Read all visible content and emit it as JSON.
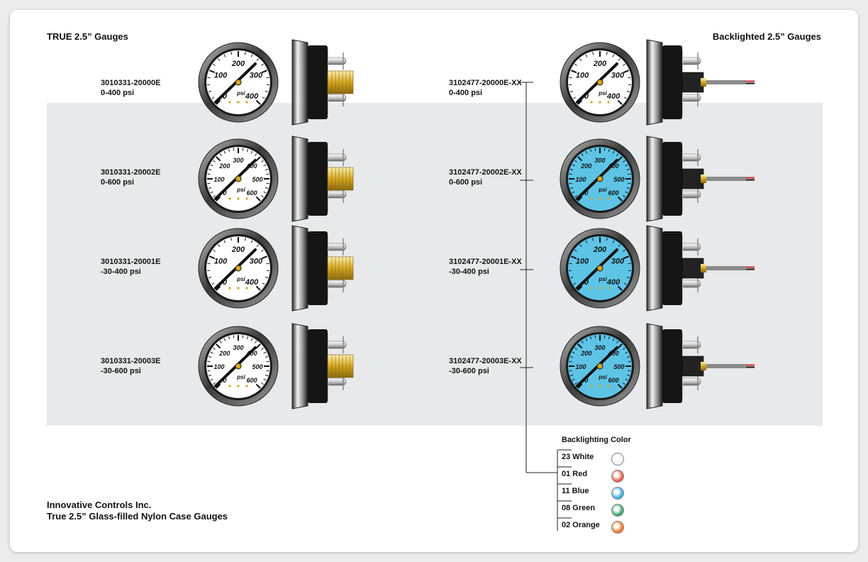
{
  "headers": {
    "left": "TRUE 2.5” Gauges",
    "right": "Backlighted 2.5” Gauges"
  },
  "left_gauges": [
    {
      "part": "3010331-20000E",
      "range": "0-400 psi",
      "ticks": [
        "0",
        "100",
        "200",
        "300",
        "400"
      ],
      "unit": "psi",
      "face": "#ffffff"
    },
    {
      "part": "3010331-20002E",
      "range": "0-600 psi",
      "ticks": [
        "0",
        "100",
        "200",
        "300",
        "400",
        "500",
        "600"
      ],
      "unit": "psi",
      "face": "#ffffff"
    },
    {
      "part": "3010331-20001E",
      "range": "-30-400 psi",
      "ticks": [
        "0",
        "100",
        "200",
        "300",
        "400"
      ],
      "unit": "psi",
      "face": "#ffffff"
    },
    {
      "part": "3010331-20003E",
      "range": "-30-600 psi",
      "ticks": [
        "0",
        "100",
        "200",
        "300",
        "400",
        "500",
        "600"
      ],
      "unit": "psi",
      "face": "#ffffff"
    }
  ],
  "right_gauges": [
    {
      "part": "3102477-20000E-XX",
      "range": "0-400 psi",
      "ticks": [
        "0",
        "100",
        "200",
        "300",
        "400"
      ],
      "unit": "psi",
      "face": "#ffffff"
    },
    {
      "part": "3102477-20002E-XX",
      "range": "0-600 psi",
      "ticks": [
        "0",
        "100",
        "200",
        "300",
        "400",
        "500",
        "600"
      ],
      "unit": "psi",
      "face": "#5ec4e6"
    },
    {
      "part": "3102477-20001E-XX",
      "range": "-30-400 psi",
      "ticks": [
        "0",
        "100",
        "200",
        "300",
        "400"
      ],
      "unit": "psi",
      "face": "#5ec4e6"
    },
    {
      "part": "3102477-20003E-XX",
      "range": "-30-600 psi",
      "ticks": [
        "0",
        "100",
        "200",
        "300",
        "400",
        "500",
        "600"
      ],
      "unit": "psi",
      "face": "#5ec4e6"
    }
  ],
  "backlighting": {
    "title": "Backlighting Color",
    "items": [
      {
        "label": "23 White",
        "color": "#f2f2f2"
      },
      {
        "label": "01 Red",
        "color": "#e8604a"
      },
      {
        "label": "11 Blue",
        "color": "#3aaee0"
      },
      {
        "label": "08 Green",
        "color": "#3aa870"
      },
      {
        "label": "02 Orange",
        "color": "#f07a28"
      }
    ]
  },
  "footer": {
    "line1": "Innovative Controls Inc.",
    "line2": "True 2.5” Glass-filled Nylon Case Gauges"
  }
}
